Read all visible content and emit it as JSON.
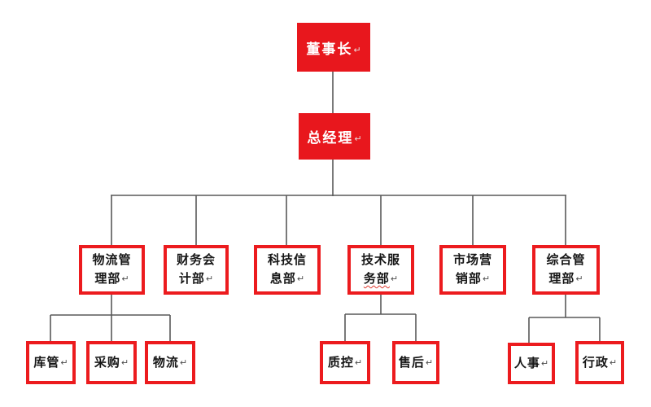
{
  "diagram_type": "org-chart",
  "colors": {
    "node_fill_red": "#e8171d",
    "node_border_red": "#ec1b1e",
    "connector_gray": "#595959",
    "text_dark": "#161616",
    "text_white": "#ffffff",
    "background": "#ffffff"
  },
  "marks": {
    "return": "↵"
  },
  "nodes": {
    "chairman": {
      "label": "董事长"
    },
    "general_manager": {
      "label": "总经理"
    },
    "departments": [
      {
        "full": "物流管理部",
        "line1": "物流管",
        "line2": "理部"
      },
      {
        "full": "财务会计部",
        "line1": "财务会",
        "line2": "计部"
      },
      {
        "full": "科技信息部",
        "line1": "科技信",
        "line2": "息部"
      },
      {
        "full": "技术服务部",
        "line1": "技术服",
        "line2": "务部"
      },
      {
        "full": "市场营销部",
        "line1": "市场营",
        "line2": "销部"
      },
      {
        "full": "综合管理部",
        "line1": "综合管",
        "line2": "理部"
      }
    ],
    "subunits": [
      {
        "label": "库管",
        "parent": "物流管理部"
      },
      {
        "label": "采购",
        "parent": "物流管理部"
      },
      {
        "label": "物流",
        "parent": "物流管理部"
      },
      {
        "label": "质控",
        "parent": "技术服务部"
      },
      {
        "label": "售后",
        "parent": "技术服务部"
      },
      {
        "label": "人事",
        "parent": "综合管理部"
      },
      {
        "label": "行政",
        "parent": "综合管理部"
      }
    ]
  },
  "hierarchy": {
    "董事长": [
      "总经理"
    ],
    "总经理": [
      "物流管理部",
      "财务会计部",
      "科技信息部",
      "技术服务部",
      "市场营销部",
      "综合管理部"
    ],
    "物流管理部": [
      "库管",
      "采购",
      "物流"
    ],
    "技术服务部": [
      "质控",
      "售后"
    ],
    "综合管理部": [
      "人事",
      "行政"
    ]
  },
  "annotations": {
    "spellcheck_squiggle": {
      "node": "技术服务部",
      "underlined_text": "务部"
    }
  }
}
